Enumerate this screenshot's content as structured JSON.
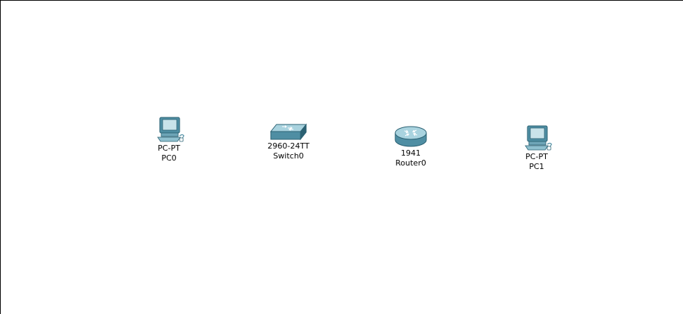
{
  "workspace": {
    "devices": [
      {
        "id": "pc0",
        "model": "PC-PT",
        "name": "PC0",
        "icon": "pc-icon"
      },
      {
        "id": "switch0",
        "model": "2960-24TT",
        "name": "Switch0",
        "icon": "switch-icon"
      },
      {
        "id": "router0",
        "model": "1941",
        "name": "Router0",
        "icon": "router-icon"
      },
      {
        "id": "pc1",
        "model": "PC-PT",
        "name": "PC1",
        "icon": "pc-icon"
      }
    ]
  },
  "colors": {
    "device_fill": "#4f8ea3",
    "device_light": "#a9d3df",
    "device_dark": "#2b6173"
  }
}
